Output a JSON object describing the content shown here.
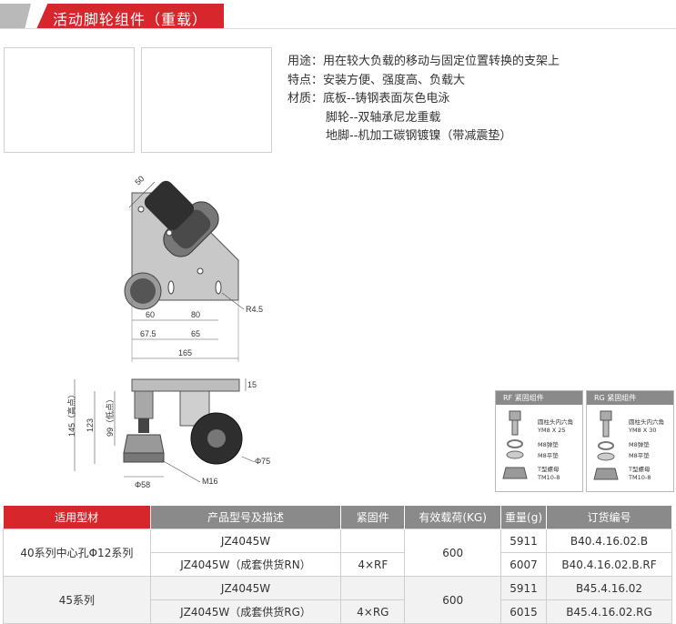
{
  "title": "活动脚轮组件（重载）",
  "description": [
    "用途：用在较大负载的移动与固定位置转换的支架上",
    "特点：安装方便、强度高、负载大",
    "材质：底板--铸钢表面灰色电泳",
    "脚轮--双轴承尼龙重载",
    "地脚--机加工碳钢镀镍（带减震垫）"
  ],
  "drawing": {
    "dims": [
      "50",
      "R4.5",
      "60",
      "80",
      "67.5",
      "65",
      "165",
      "15",
      "145（高点）",
      "123",
      "99（低点）",
      "Φ75",
      "M16",
      "Φ58"
    ]
  },
  "fasteners": [
    {
      "header": "RF 紧固组件",
      "items": [
        "圆柱头内六角",
        "YM8 X 25",
        "M8弹垫",
        "M8平垫",
        "T型螺母",
        "TM10-8"
      ]
    },
    {
      "header": "RG 紧固组件",
      "items": [
        "圆柱头内六角",
        "YM8 X 30",
        "M8弹垫",
        "M8平垫",
        "T型螺母",
        "TM10-8"
      ]
    }
  ],
  "table": {
    "headers": [
      "适用型材",
      "产品型号及描述",
      "紧固件",
      "有效载荷(KG)",
      "重量(g)",
      "订货编号"
    ],
    "groups": [
      {
        "profile": "40系列中心孔Φ12系列",
        "load": "600",
        "rows": [
          {
            "model": "JZ4045W",
            "fastener": "",
            "weight": "5911",
            "order": "B40.4.16.02.B"
          },
          {
            "model": "JZ4045W（成套供货RN）",
            "fastener": "4×RF",
            "weight": "6007",
            "order": "B40.4.16.02.B.RF"
          }
        ]
      },
      {
        "profile": "45系列",
        "load": "600",
        "rows": [
          {
            "model": "JZ4045W",
            "fastener": "",
            "weight": "5911",
            "order": "B45.4.16.02"
          },
          {
            "model": "JZ4045W（成套供货RG）",
            "fastener": "4×RG",
            "weight": "6015",
            "order": "B45.4.16.02.RG"
          }
        ]
      }
    ]
  }
}
